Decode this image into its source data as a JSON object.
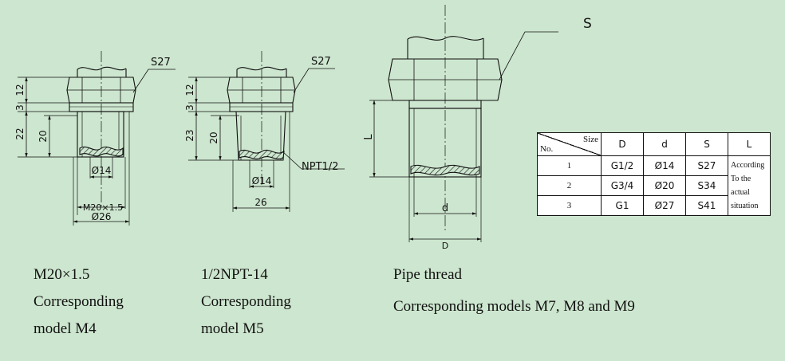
{
  "models": [
    {
      "thread_label": "M20×1.5",
      "line2": "Corresponding",
      "line3": "model M4",
      "dims": {
        "s": "S27",
        "h12": "12",
        "h3": "3",
        "h22": "22",
        "h20": "20",
        "bore": "Ø14",
        "thread": "M20×1.5",
        "outer": "Ø26"
      }
    },
    {
      "thread_label": "1/2NPT-14",
      "line2": "Corresponding",
      "line3": "model M5",
      "dims": {
        "s": "S27",
        "h12": "12",
        "h3": "3",
        "h23": "23",
        "h20": "20",
        "bore": "Ø14",
        "thread": "NPT1/2",
        "width": "26"
      }
    },
    {
      "thread_label": "Pipe thread",
      "line2": "Corresponding models M7, M8 and M9",
      "dims": {
        "s": "S",
        "l": "L",
        "d": "d",
        "D": "D"
      }
    }
  ],
  "table": {
    "header": {
      "size": "Size",
      "no": "No.",
      "cols": [
        "D",
        "d",
        "S",
        "L"
      ]
    },
    "rows": [
      {
        "no": "1",
        "D": "G1/2",
        "d": "Ø14",
        "S": "S27"
      },
      {
        "no": "2",
        "D": "G3/4",
        "d": "Ø20",
        "S": "S34"
      },
      {
        "no": "3",
        "D": "G1",
        "d": "Ø27",
        "S": "S41"
      }
    ],
    "note": [
      "According",
      "To the actual",
      "situation"
    ]
  },
  "colors": {
    "background": "#cde6cf",
    "line": "#111111",
    "table_bg": "#ffffff"
  }
}
